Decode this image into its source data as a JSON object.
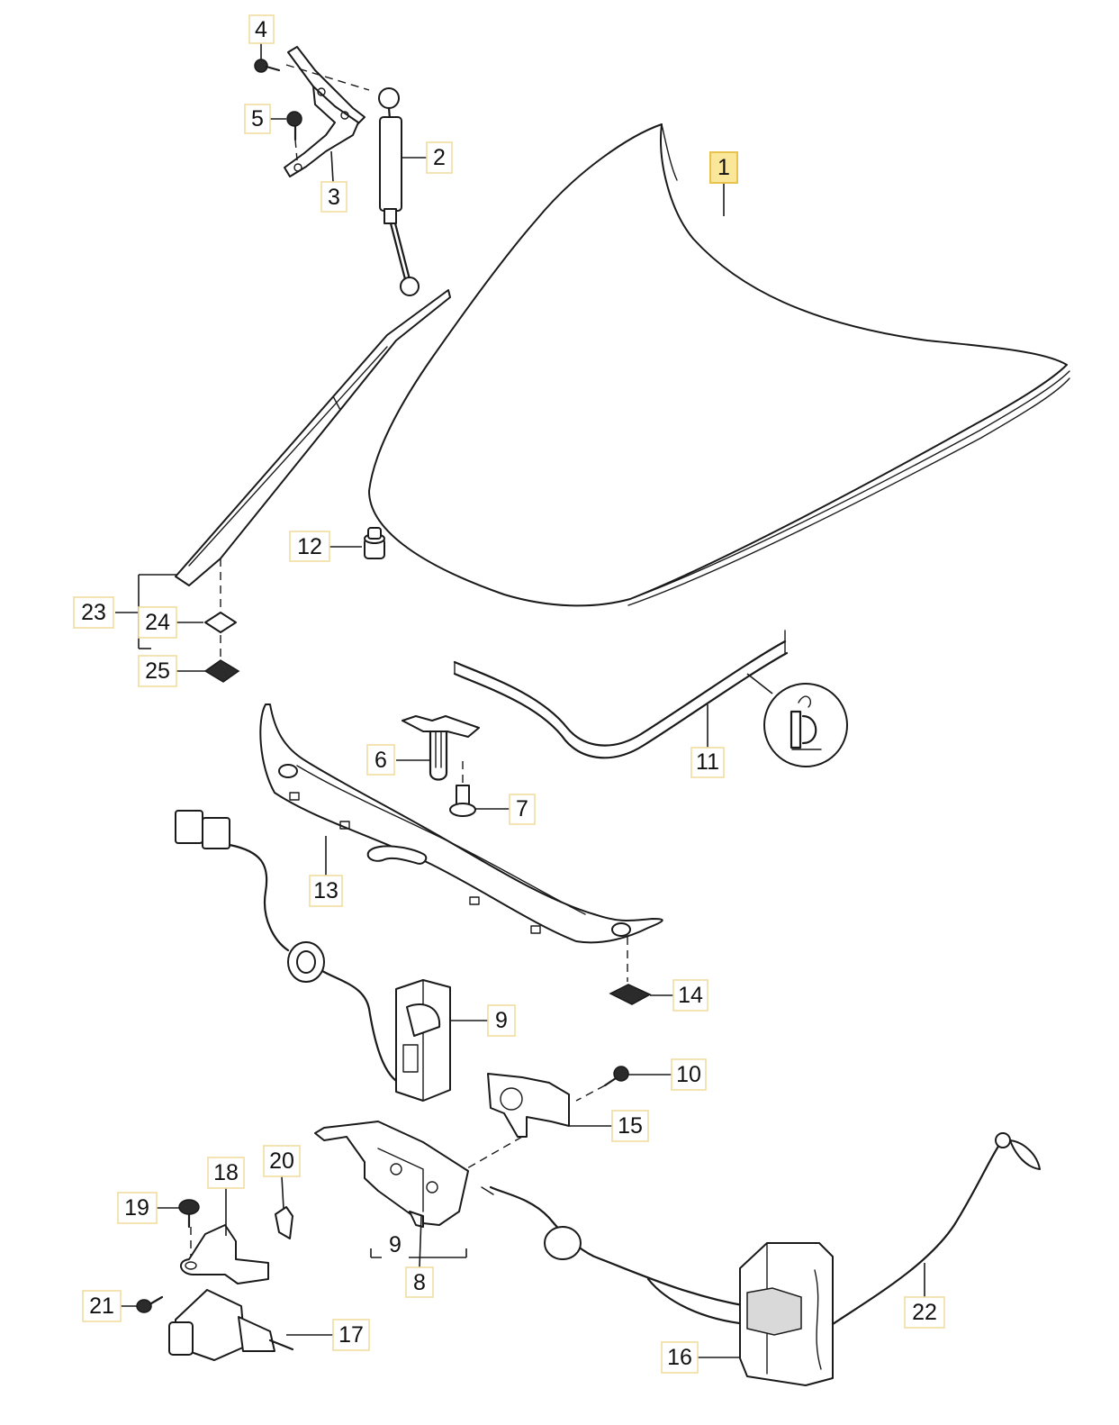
{
  "diagram": {
    "highlighted_callout": "1",
    "callouts": [
      {
        "id": "c1",
        "label": "1"
      },
      {
        "id": "c2",
        "label": "2"
      },
      {
        "id": "c3",
        "label": "3"
      },
      {
        "id": "c4",
        "label": "4"
      },
      {
        "id": "c5",
        "label": "5"
      },
      {
        "id": "c6",
        "label": "6"
      },
      {
        "id": "c7",
        "label": "7"
      },
      {
        "id": "c8",
        "label": "8"
      },
      {
        "id": "c9a",
        "label": "9"
      },
      {
        "id": "c9b",
        "label": "9"
      },
      {
        "id": "c10",
        "label": "10"
      },
      {
        "id": "c11",
        "label": "11"
      },
      {
        "id": "c12",
        "label": "12"
      },
      {
        "id": "c13",
        "label": "13"
      },
      {
        "id": "c14",
        "label": "14"
      },
      {
        "id": "c15",
        "label": "15"
      },
      {
        "id": "c16",
        "label": "16"
      },
      {
        "id": "c17",
        "label": "17"
      },
      {
        "id": "c18",
        "label": "18"
      },
      {
        "id": "c19",
        "label": "19"
      },
      {
        "id": "c20",
        "label": "20"
      },
      {
        "id": "c21",
        "label": "21"
      },
      {
        "id": "c22",
        "label": "22"
      },
      {
        "id": "c23",
        "label": "23"
      },
      {
        "id": "c24",
        "label": "24"
      },
      {
        "id": "c25",
        "label": "25"
      }
    ]
  },
  "colors": {
    "highlight_fill": "#fbe79a",
    "callout_border": "#f2dca0",
    "line": "#1a1a1a"
  }
}
